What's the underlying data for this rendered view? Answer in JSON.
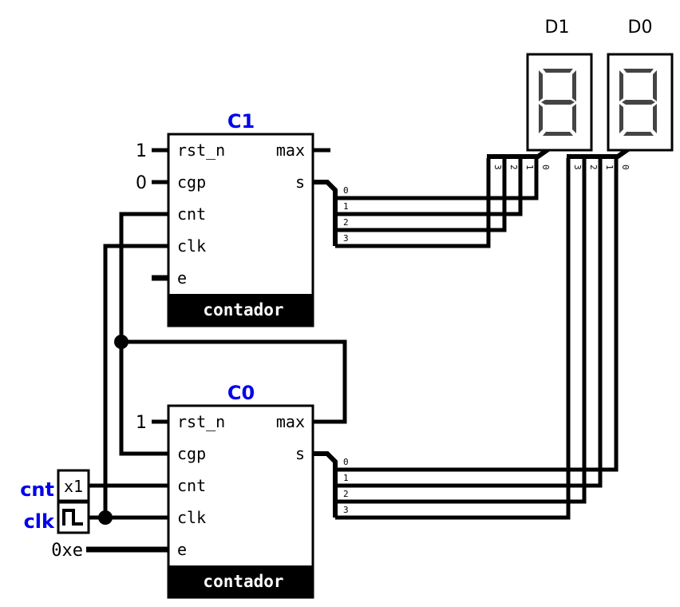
{
  "colors": {
    "label_blue": "#0000ee",
    "wire": "#000000",
    "segment": "#444444"
  },
  "counters": [
    {
      "name": "C1",
      "footer": "contador",
      "inputs": [
        {
          "label": "rst_n",
          "value": "1"
        },
        {
          "label": "cgp",
          "value": "0"
        },
        {
          "label": "cnt",
          "value": ""
        },
        {
          "label": "clk",
          "value": ""
        },
        {
          "label": "e",
          "value": ""
        }
      ],
      "outputs": [
        {
          "label": "max"
        },
        {
          "label": "s"
        }
      ]
    },
    {
      "name": "C0",
      "footer": "contador",
      "inputs": [
        {
          "label": "rst_n",
          "value": "1"
        },
        {
          "label": "cgp",
          "value": ""
        },
        {
          "label": "cnt",
          "value": ""
        },
        {
          "label": "clk",
          "value": ""
        },
        {
          "label": "e",
          "value": "0xe"
        }
      ],
      "outputs": [
        {
          "label": "max"
        },
        {
          "label": "s"
        }
      ]
    }
  ],
  "sources": {
    "cnt": {
      "label": "cnt",
      "box_text": "x1"
    },
    "clk": {
      "label": "clk",
      "icon": "square-wave-icon"
    }
  },
  "displays": [
    {
      "name": "D1"
    },
    {
      "name": "D0"
    }
  ],
  "bus_bits": [
    "0",
    "1",
    "2",
    "3"
  ]
}
